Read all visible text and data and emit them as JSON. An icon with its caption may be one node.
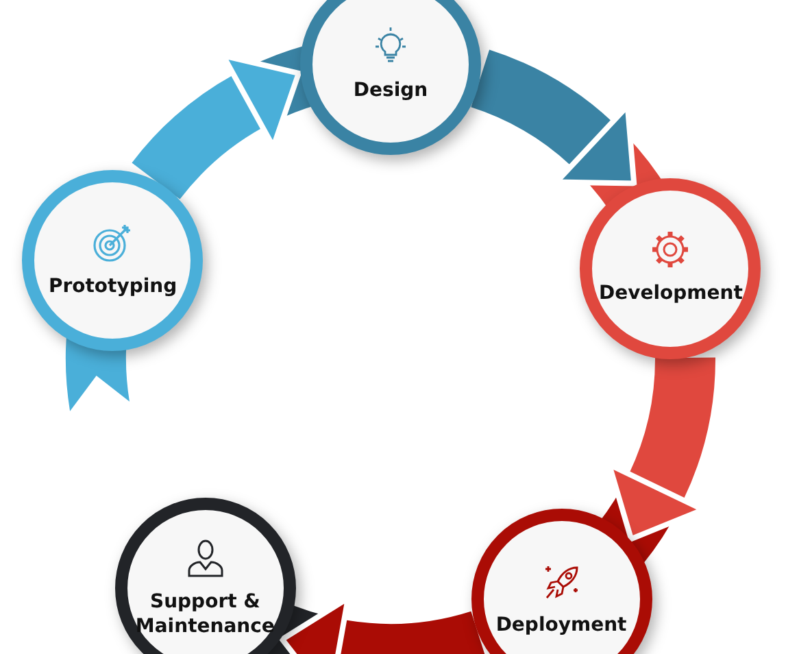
{
  "diagram": {
    "nodes": [
      {
        "text": [
          "Design"
        ]
      },
      {
        "text": [
          "Prototyping"
        ]
      },
      {
        "text": [
          "Development"
        ]
      },
      {
        "text": [
          "Support & Maintenance"
        ]
      },
      {
        "text": [
          "Deployment"
        ]
      }
    ],
    "edges": [
      {
        "from": 1,
        "to": 0,
        "arrow": "to",
        "color": "#4aafd9"
      },
      {
        "from": 0,
        "to": 2,
        "arrow": "to",
        "color": "#3a83a4"
      },
      {
        "from": 2,
        "to": 4,
        "arrow": "to",
        "color": "#e0483e"
      },
      {
        "from": 4,
        "to": 3,
        "arrow": "to",
        "color": "#aa0c05"
      }
    ]
  }
}
